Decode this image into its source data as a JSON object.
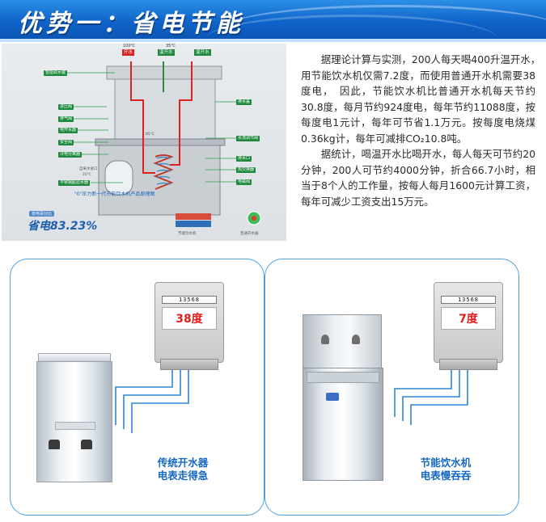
{
  "header": {
    "title": "优势一：省电节能"
  },
  "diagram": {
    "top_tags": {
      "boiling": "开水",
      "warm": "温开水",
      "warm2": "温开水"
    },
    "top_temps": {
      "t1": "100℃",
      "t2": "35℃"
    },
    "left_labels": [
      "智能取水键",
      "进压阀",
      "排气阀",
      "电开水器",
      "安全阀",
      "冷电分离器",
      "不锈钢超滤水器"
    ],
    "right_labels": [
      "排水盖",
      "水流调节阀",
      "排水口",
      "热交换器",
      "电磁阀"
    ],
    "inlet_label": "自来水进口",
    "inlet_temp": "20℃",
    "center_temp": "85℃",
    "caption": "\"0\"压力新一代节能饮水机产品原理图",
    "saving_small": "省电百分比",
    "saving_big": "省电83.23%",
    "legend_left": "节能饮水机",
    "legend_right": "普通开水器"
  },
  "paragraphs": [
    "据理论计算与实测，200人每天喝400升温开水，　用节能饮水机仅需7.2度，而使用普通开水机需要38度电，　因此，节能饮水机比普通开水机每天节约30.8度，每月节约924度电，每年节约11088度，按每度电1元计，每年可节省1.1万元。按每度电烧煤0.36kg计，每年可减排CO₂10.8吨。",
    "据统计，喝温开水比喝开水，每人每天可节约20分钟，200人可节约4000分钟，折合66.7小时，相当于8个人的工作量，按每人每月1600元计算工资，每年可减少工资支出15万元。"
  ],
  "left_panel": {
    "meter_counter": "13568",
    "meter_reading": "38度",
    "caption_line1": "传统开水器",
    "caption_line2": "电表走得急"
  },
  "right_panel": {
    "meter_counter": "13568",
    "meter_reading": "7度",
    "caption_line1": "节能饮水机",
    "caption_line2": "电表慢吞吞"
  },
  "colors": {
    "brand_blue": "#0e63c9",
    "label_green": "#1f8a3d",
    "reading_red": "#e01d1d",
    "caption_blue": "#1468c4"
  }
}
